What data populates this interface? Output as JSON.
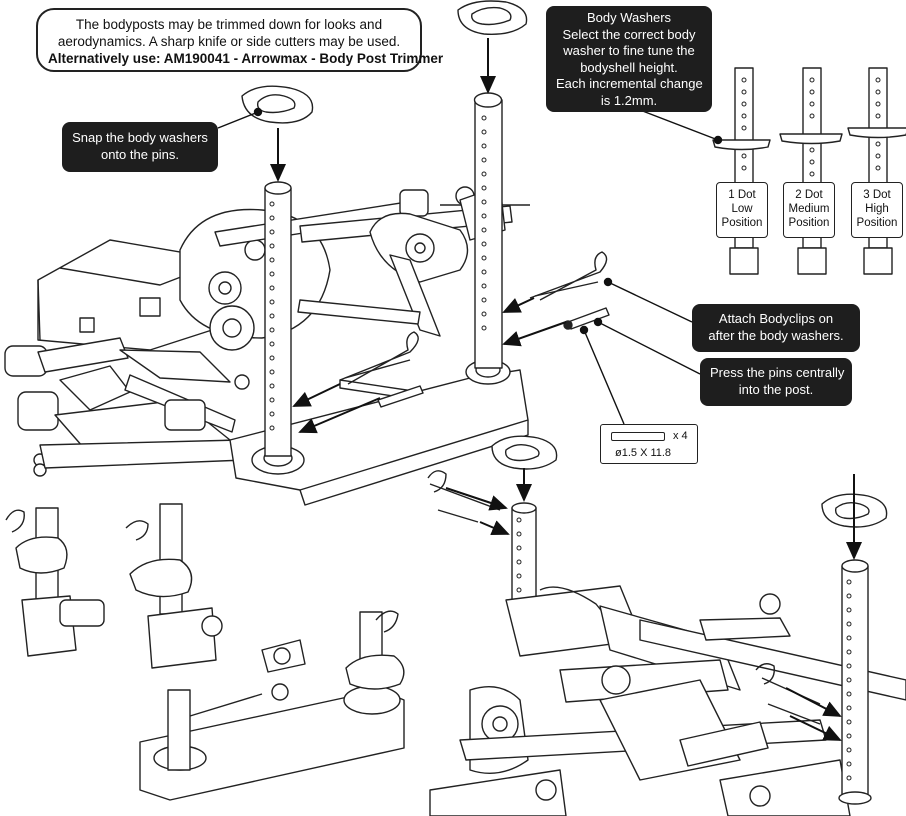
{
  "callouts": {
    "trim_note": [
      "The bodyposts may be trimmed down for looks and",
      "aerodynamics.  A sharp knife or side cutters may be used.",
      "Alternatively use: AM190041 - Arrowmax - Body Post Trimmer"
    ],
    "snap_washers": [
      "Snap the body washers",
      "onto the pins."
    ],
    "body_washers": [
      "Body Washers",
      "Select the correct body",
      "washer to fine tune the",
      "bodyshell height.",
      "Each incremental change",
      "is 1.2mm."
    ],
    "attach_clips": [
      "Attach Bodyclips on",
      "after the body washers."
    ],
    "press_pins": [
      "Press the pins centrally",
      "into the post."
    ]
  },
  "washer_positions": [
    {
      "line1": "1 Dot",
      "line2": "Low",
      "line3": "Position"
    },
    {
      "line1": "2 Dot",
      "line2": "Medium",
      "line3": "Position"
    },
    {
      "line1": "3 Dot",
      "line2": "High",
      "line3": "Position"
    }
  ],
  "pin_spec": {
    "quantity": "x 4",
    "dimension": "ø1.5 X 11.8"
  },
  "colors": {
    "ink": "#1e1e1e",
    "paper": "#ffffff"
  }
}
